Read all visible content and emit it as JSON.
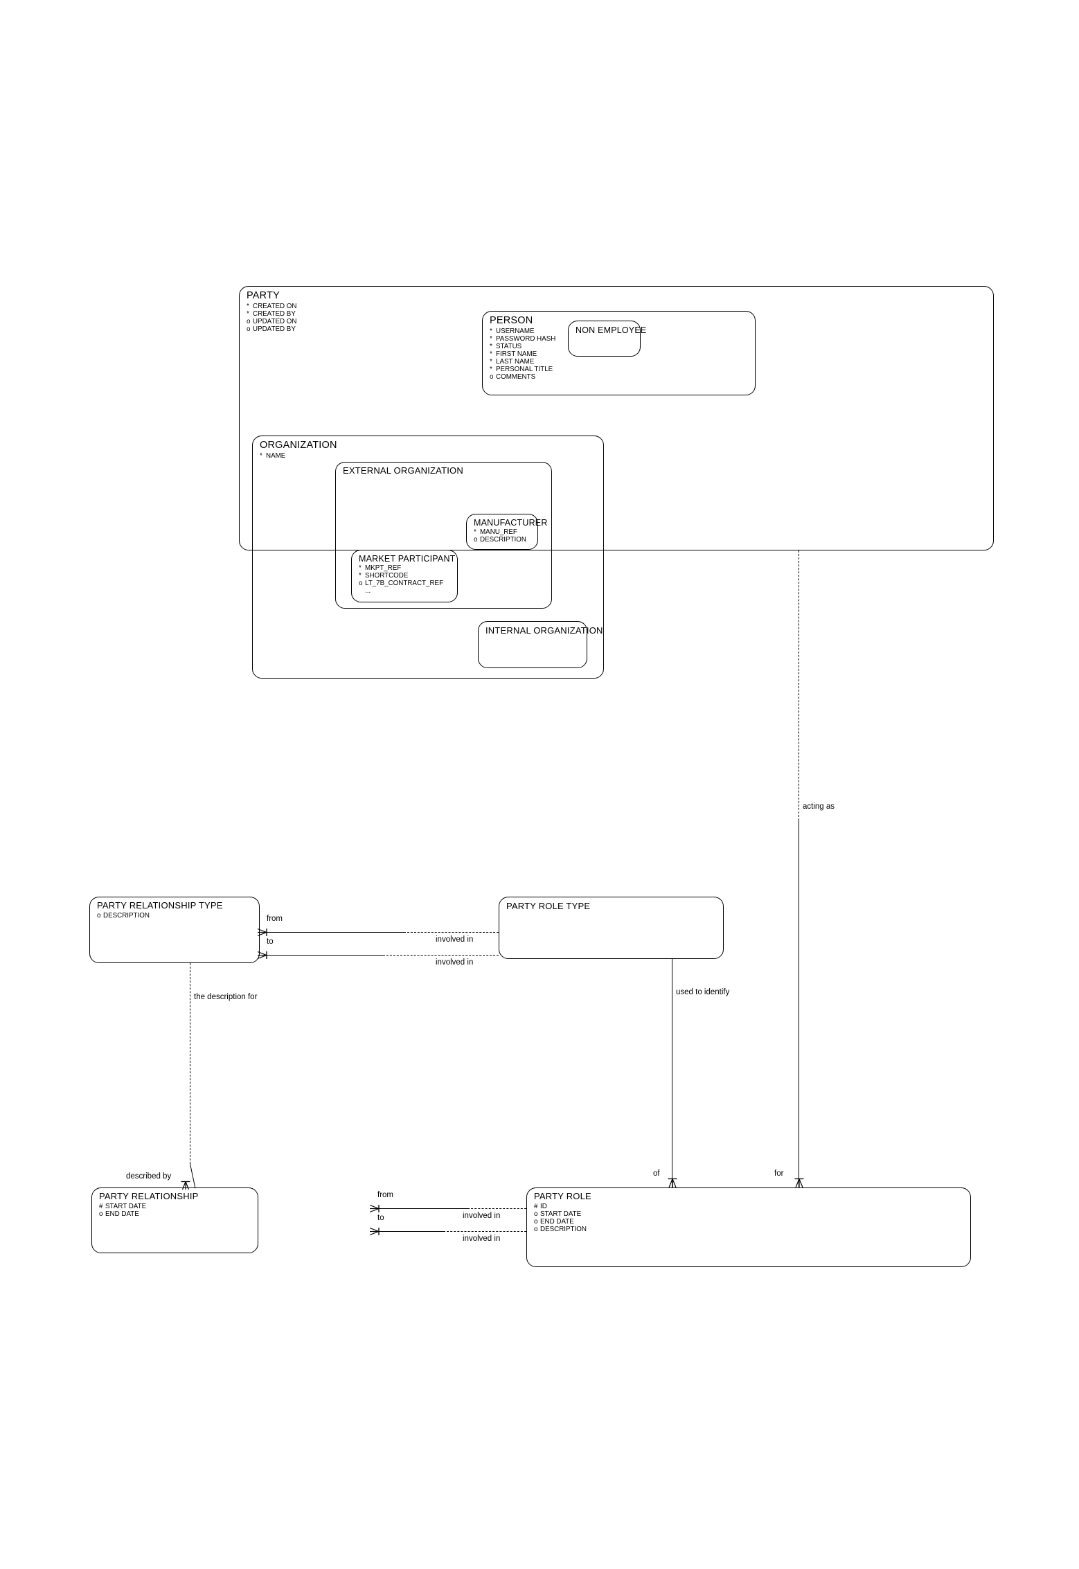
{
  "diagram": {
    "title": "PARTY data model entity relationship diagram",
    "notation": "barker-er",
    "colors": {
      "background": "#ffffff",
      "stroke": "#000000",
      "text": "#000000"
    },
    "markers": {
      "mandatory": "*",
      "optional": "o",
      "primary_key": "#",
      "more": "..."
    }
  },
  "entities": {
    "party": {
      "name": "PARTY",
      "attributes": [
        {
          "marker": "*",
          "label": "CREATED ON"
        },
        {
          "marker": "*",
          "label": "CREATED BY"
        },
        {
          "marker": "o",
          "label": "UPDATED ON"
        },
        {
          "marker": "o",
          "label": "UPDATED BY"
        }
      ]
    },
    "person": {
      "name": "PERSON",
      "attributes": [
        {
          "marker": "*",
          "label": "USERNAME"
        },
        {
          "marker": "*",
          "label": "PASSWORD HASH"
        },
        {
          "marker": "*",
          "label": "STATUS"
        },
        {
          "marker": "*",
          "label": "FIRST NAME"
        },
        {
          "marker": "*",
          "label": "LAST NAME"
        },
        {
          "marker": "*",
          "label": "PERSONAL TITLE"
        },
        {
          "marker": "o",
          "label": "COMMENTS"
        }
      ]
    },
    "non_employee": {
      "name": "NON EMPLOYEE",
      "attributes": []
    },
    "organization": {
      "name": "ORGANIZATION",
      "attributes": [
        {
          "marker": "*",
          "label": "NAME"
        }
      ]
    },
    "external_organization": {
      "name": "EXTERNAL ORGANIZATION",
      "attributes": []
    },
    "manufacturer": {
      "name": "MANUFACTURER",
      "attributes": [
        {
          "marker": "*",
          "label": "MANU_REF"
        },
        {
          "marker": "o",
          "label": "DESCRIPTION"
        }
      ]
    },
    "market_participant": {
      "name": "MARKET PARTICIPANT",
      "attributes": [
        {
          "marker": "*",
          "label": "MKPT_REF"
        },
        {
          "marker": "*",
          "label": "SHORTCODE"
        },
        {
          "marker": "o",
          "label": "LT_7B_CONTRACT_REF"
        },
        {
          "marker": "",
          "label": "..."
        }
      ]
    },
    "internal_organization": {
      "name": "INTERNAL ORGANIZATION",
      "attributes": []
    },
    "party_relationship_type": {
      "name": "PARTY RELATIONSHIP TYPE",
      "attributes": [
        {
          "marker": "o",
          "label": "DESCRIPTION"
        }
      ]
    },
    "party_role_type": {
      "name": "PARTY ROLE TYPE",
      "attributes": []
    },
    "party_relationship": {
      "name": "PARTY RELATIONSHIP",
      "attributes": [
        {
          "marker": "#",
          "label": "START DATE"
        },
        {
          "marker": "o",
          "label": "END DATE"
        }
      ]
    },
    "party_role": {
      "name": "PARTY ROLE",
      "attributes": [
        {
          "marker": "#",
          "label": "ID"
        },
        {
          "marker": "o",
          "label": "START DATE"
        },
        {
          "marker": "o",
          "label": "END DATE"
        },
        {
          "marker": "o",
          "label": "DESCRIPTION"
        }
      ]
    }
  },
  "relationship_labels": {
    "acting_as": "acting as",
    "prt_from": "from",
    "prt_to": "to",
    "prt_involved_in_1": "involved in",
    "prt_involved_in_2": "involved in",
    "the_description_for": "the description for",
    "used_to_identify": "used to identify",
    "described_by": "described by",
    "pr_from": "from",
    "pr_to": "to",
    "pr_involved_in_1": "involved in",
    "pr_involved_in_2": "involved in",
    "of": "of",
    "for": "for"
  }
}
